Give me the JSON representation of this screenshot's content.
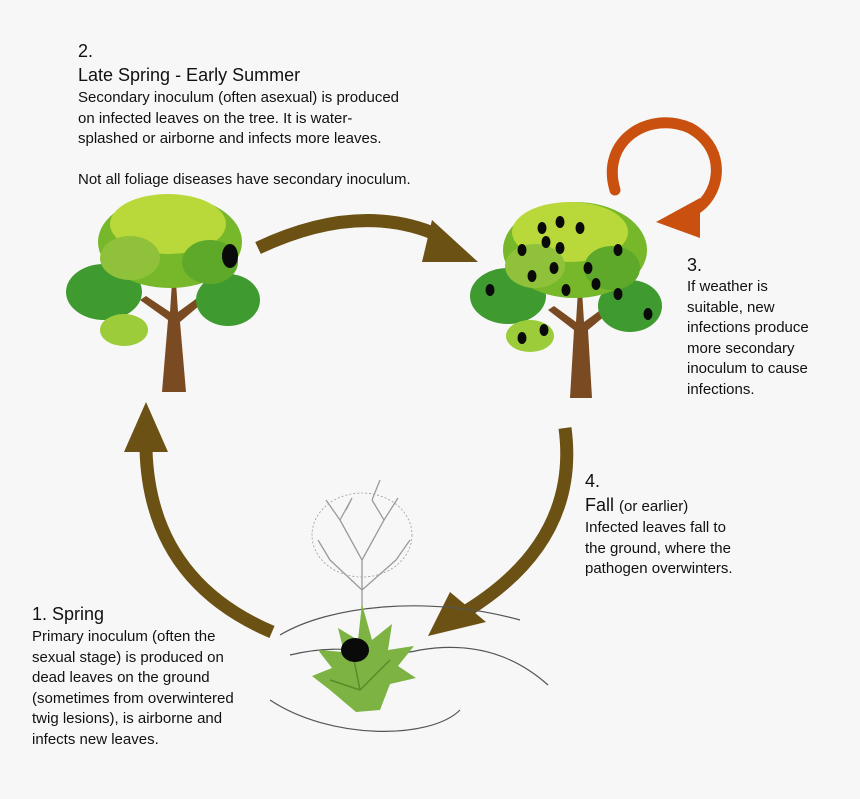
{
  "stages": {
    "late_spring": {
      "number": "2.",
      "heading": "Late Spring - Early Summer",
      "lines": [
        "Secondary inoculum (often asexual) is produced",
        "on infected leaves on the tree.  It is water-",
        "splashed or airborne and infects more leaves."
      ],
      "note": "Not all foliage diseases have secondary inoculum."
    },
    "weather": {
      "number": "3.",
      "lines": [
        "If weather is",
        "suitable, new",
        "infections produce",
        "more secondary",
        "inoculum to cause",
        "infections."
      ]
    },
    "fall": {
      "number": "4.",
      "heading": "Fall",
      "heading_note": "(or earlier)",
      "lines": [
        "Infected leaves fall to",
        "the ground, where the",
        "pathogen overwinters."
      ]
    },
    "spring": {
      "number": "1.",
      "heading": "Spring",
      "lines": [
        "Primary inoculum (often the",
        "sexual stage) is produced on",
        "dead leaves on the ground",
        "(sometimes from overwintered",
        "twig lesions), is airborne and",
        "infects new leaves."
      ]
    }
  },
  "colors": {
    "cycle_arrow": "#6b5113",
    "repeat_arrow": "#c9500e",
    "trunk": "#7a4a22",
    "leaf_dark": "#3f9a2f",
    "leaf_mid": "#76b82a",
    "leaf_light": "#b9d93a",
    "lesion": "#0a0a0a",
    "fallen_leaf": "#7cb342",
    "bare_tree": "#9a9a9a"
  },
  "icons": [
    "healthy-tree-icon",
    "infected-tree-icon",
    "bare-tree-icon",
    "fallen-leaf-icon",
    "cycle-arrow-icon",
    "repeat-arrow-icon"
  ]
}
